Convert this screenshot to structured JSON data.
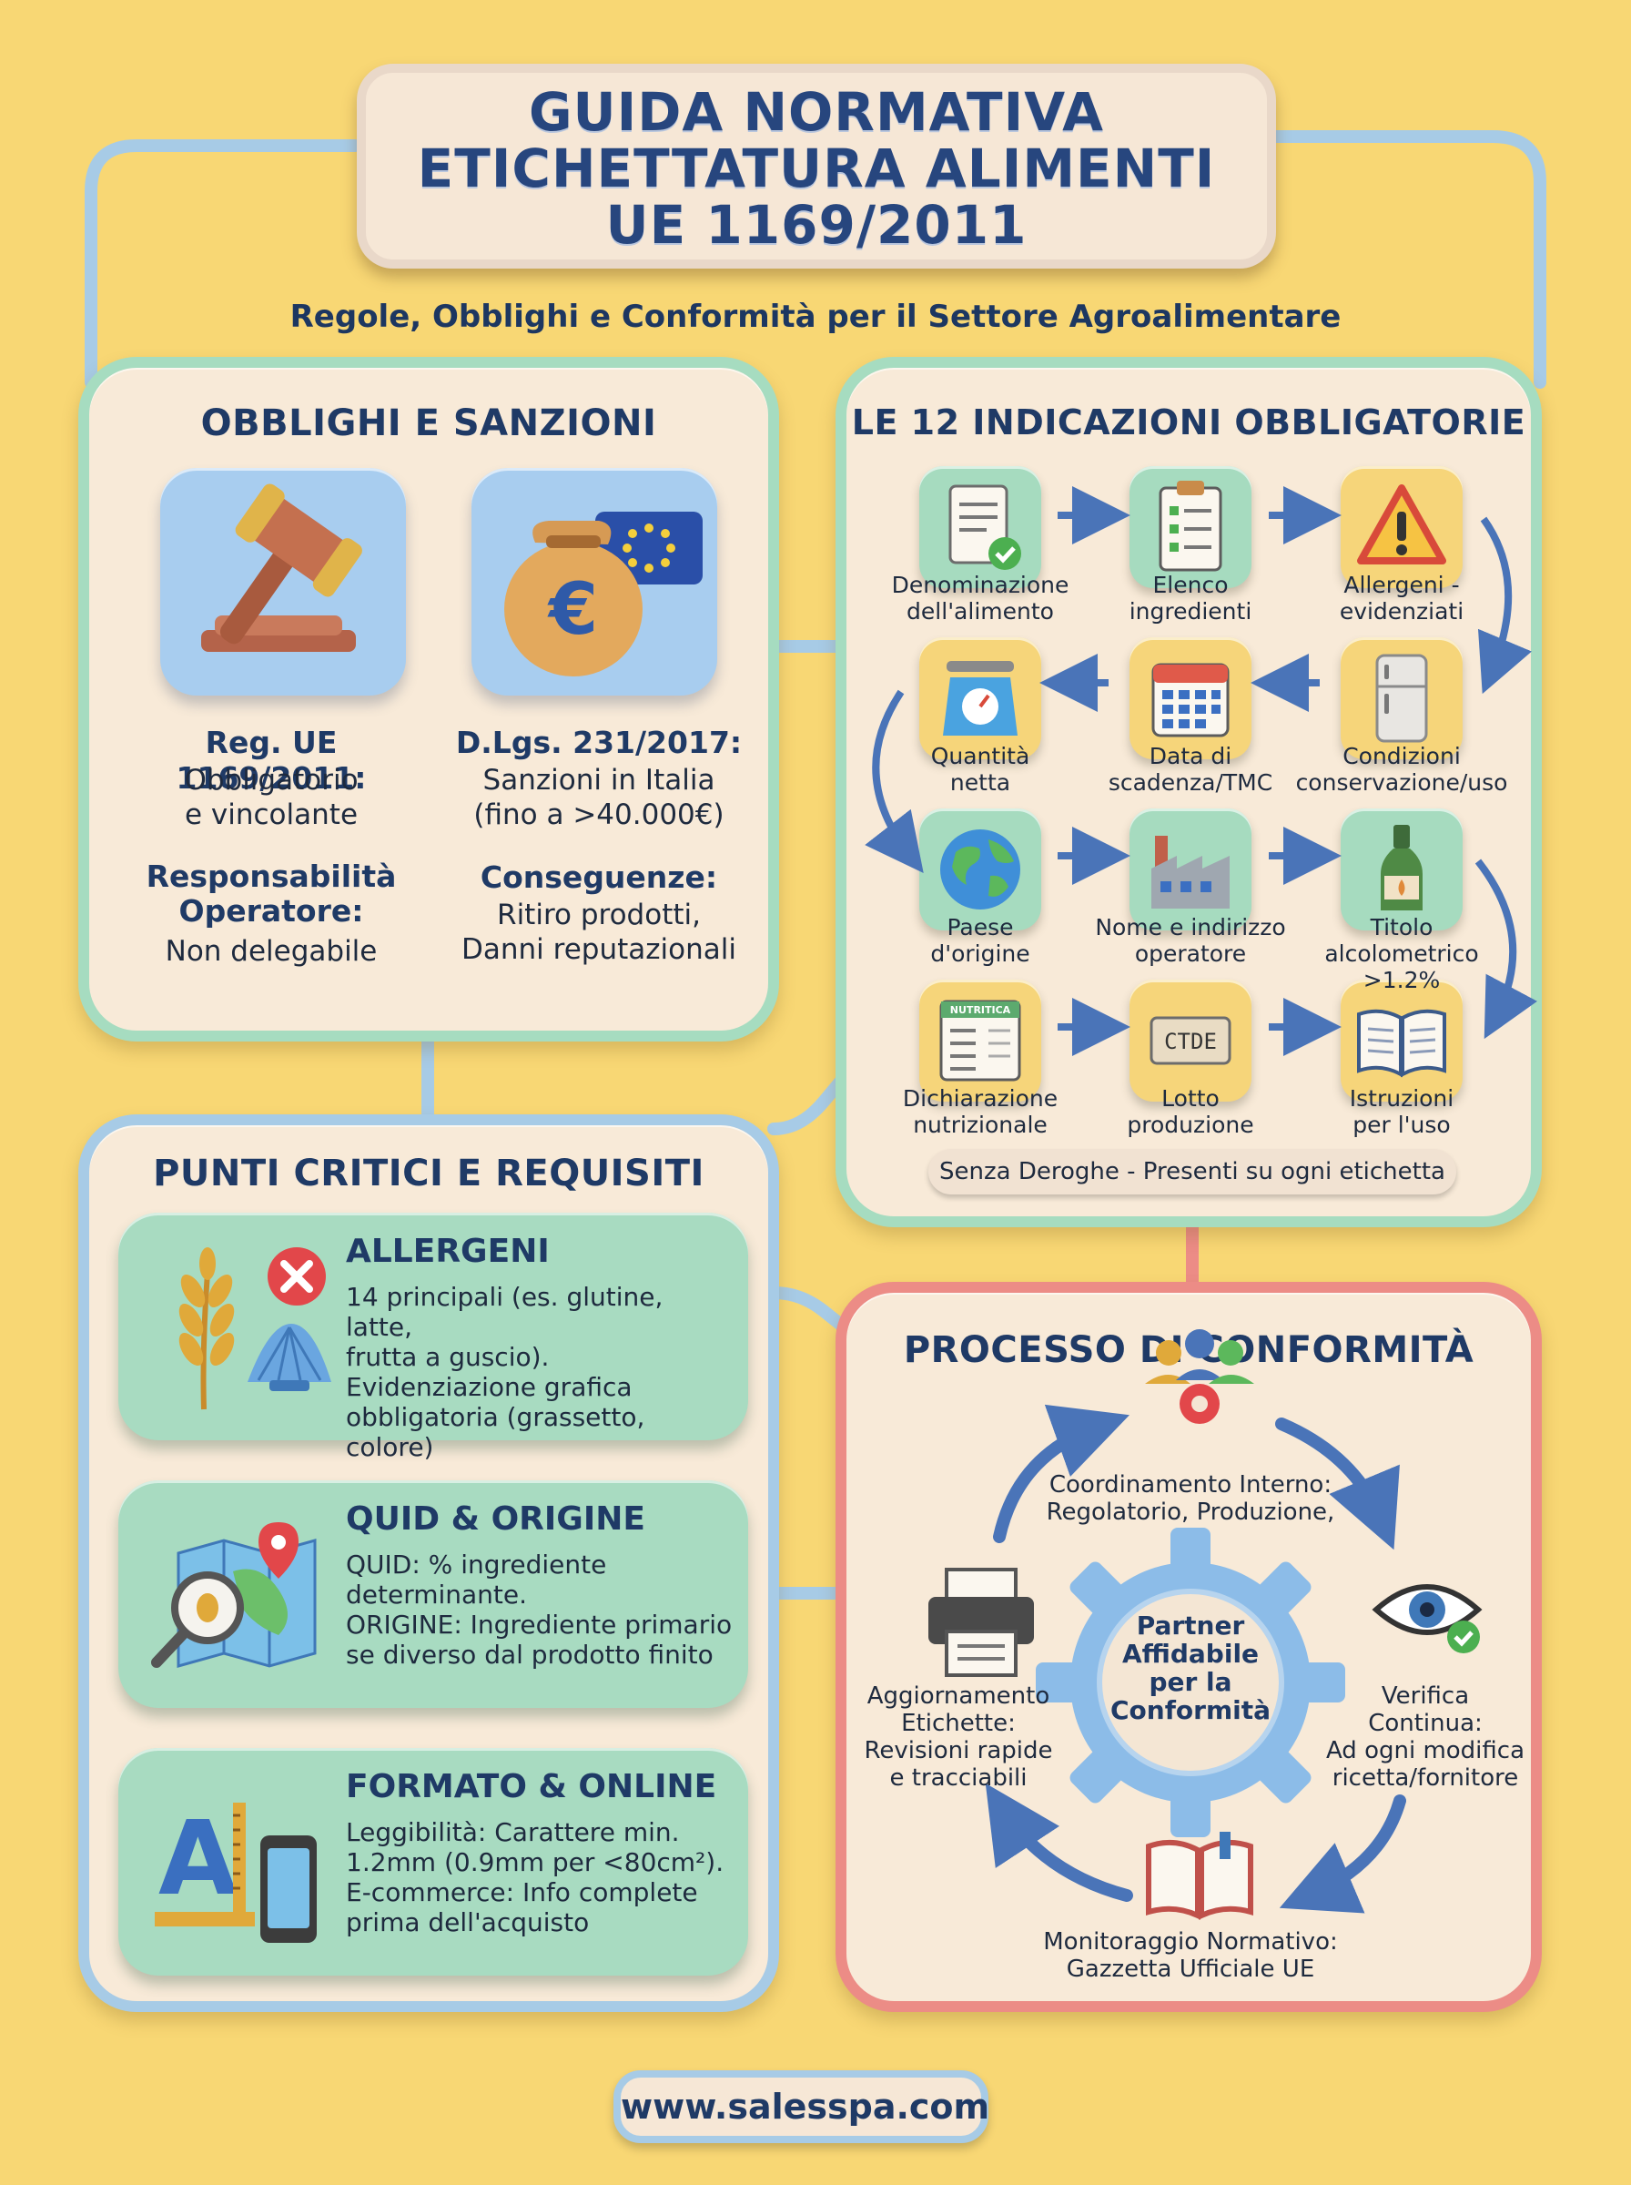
{
  "header": {
    "title_lines": [
      "GUIDA NORMATIVA",
      "ETICHETTATURA ALIMENTI",
      "UE 1169/2011"
    ],
    "subtitle": "Regole, Obblighi e Conformità per il Settore Agroalimentare"
  },
  "obblighi": {
    "title": "OBBLIGHI E SANZIONI",
    "items": [
      {
        "head": "Reg. UE 1169/2011:",
        "body": [
          "Obbligatorio",
          "e vincolante"
        ]
      },
      {
        "head": "D.Lgs. 231/2017:",
        "body": [
          "Sanzioni in Italia",
          "(fino a >40.000€)"
        ]
      },
      {
        "head": "Responsabilità Operatore:",
        "body": [
          "Non delegabile"
        ]
      },
      {
        "head": "Conseguenze:",
        "body": [
          "Ritiro prodotti,",
          "Danni reputazionali"
        ]
      }
    ]
  },
  "indicazioni": {
    "title": "LE 12 INDICAZIONI OBBLIGATORIE",
    "items": [
      {
        "label": [
          "Denominazione",
          "dell'alimento"
        ],
        "icon": "document-check-icon"
      },
      {
        "label": [
          "Elenco",
          "ingredienti"
        ],
        "icon": "clipboard-list-icon"
      },
      {
        "label": [
          "Allergeni -",
          "evidenziati"
        ],
        "icon": "warning-icon"
      },
      {
        "label": [
          "Condizioni",
          "conservazione/uso"
        ],
        "icon": "fridge-icon"
      },
      {
        "label": [
          "Data di",
          "scadenza/TMC"
        ],
        "icon": "calendar-icon"
      },
      {
        "label": [
          "Quantità",
          "netta"
        ],
        "icon": "scale-icon"
      },
      {
        "label": [
          "Paese",
          "d'origine"
        ],
        "icon": "globe-icon"
      },
      {
        "label": [
          "Nome e indirizzo",
          "operatore"
        ],
        "icon": "factory-icon"
      },
      {
        "label": [
          "Titolo",
          "alcolometrico >1.2%"
        ],
        "icon": "bottle-icon"
      },
      {
        "label": [
          "Dichiarazione",
          "nutrizionale"
        ],
        "icon": "nutrition-table-icon"
      },
      {
        "label": [
          "Lotto",
          "produzione"
        ],
        "icon": "lot-code-icon"
      },
      {
        "label": [
          "Istruzioni",
          "per l'uso"
        ],
        "icon": "open-book-icon"
      }
    ],
    "nutrition_tag": "NUTRITICA",
    "lot_code": "CTDE",
    "footer": "Senza Deroghe - Presenti su ogni etichetta"
  },
  "punti": {
    "title": "PUNTI CRITICI E REQUISITI",
    "cards": [
      {
        "title": "ALLERGENI",
        "lines": [
          "14 principali (es. glutine, latte,",
          "frutta a guscio).",
          "Evidenziazione grafica",
          "obbligatoria (grassetto, colore)"
        ],
        "icon": "wheat-shell-icon"
      },
      {
        "title": "QUID & ORIGINE",
        "lines": [
          "QUID: % ingrediente",
          "determinante.",
          "ORIGINE: Ingrediente primario",
          "se diverso dal prodotto finito"
        ],
        "icon": "map-magnifier-icon"
      },
      {
        "title": "FORMATO & ONLINE",
        "lines": [
          "Leggibilità: Carattere min.",
          "1.2mm (0.9mm per <80cm²).",
          "E-commerce: Info complete",
          "prima dell'acquisto"
        ],
        "icon": "font-phone-icon"
      }
    ]
  },
  "processo": {
    "title": "PROCESSO DI CONFORMITÀ",
    "center": [
      "Partner",
      "Affidabile",
      "per la",
      "Conformità"
    ],
    "steps": [
      {
        "label": [
          "Coordinamento Interno:",
          "Regolatorio, Produzione,"
        ],
        "icon": "team-gear-icon"
      },
      {
        "label": [
          "Verifica",
          "Continua:",
          "Ad ogni modifica",
          "ricetta/fornitore"
        ],
        "icon": "eye-check-icon"
      },
      {
        "label": [
          "Monitoraggio Normativo:",
          "Gazzetta Ufficiale UE"
        ],
        "icon": "book-icon"
      },
      {
        "label": [
          "Aggiornamento",
          "Etichette:",
          "Revisioni rapide",
          "e tracciabili"
        ],
        "icon": "printer-icon"
      }
    ]
  },
  "footer": {
    "url": "www.salesspa.com"
  },
  "colors": {
    "background": "#f8d774",
    "green": "#a6dcc0",
    "blue": "#a7cbe6",
    "red": "#ec8c86",
    "navy": "#1f3a66"
  }
}
